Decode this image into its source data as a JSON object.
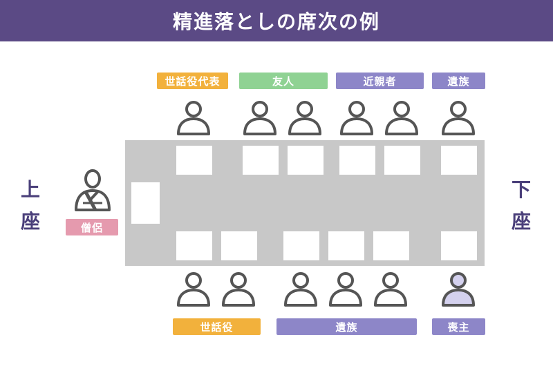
{
  "header": {
    "title": "精進落としの席次の例"
  },
  "sides": {
    "left": [
      "上",
      "座"
    ],
    "right": [
      "下",
      "座"
    ]
  },
  "top_groups": [
    {
      "label": "世話役代表",
      "color": "#f2b13c"
    },
    {
      "label": "友人",
      "color": "#8fd293"
    },
    {
      "label": "近親者",
      "color": "#8d86c8"
    },
    {
      "label": "遺族",
      "color": "#8d86c8"
    }
  ],
  "bottom_groups": [
    {
      "label": "世話役",
      "color": "#f2b13c"
    },
    {
      "label": "遺族",
      "color": "#8d86c8"
    },
    {
      "label": "喪主",
      "color": "#8d86c8"
    }
  ],
  "priest": {
    "label": "僧侶",
    "color": "#e59aae"
  },
  "colors": {
    "header_bg": "#5b4a85",
    "table": "#c8c8c8",
    "person_stroke": "#555555",
    "chief_mourner_fill": "#d4d1ee"
  },
  "icons": {
    "person": "person-icon",
    "priest": "monk-icon",
    "chief_mourner": "chief-mourner-icon"
  }
}
